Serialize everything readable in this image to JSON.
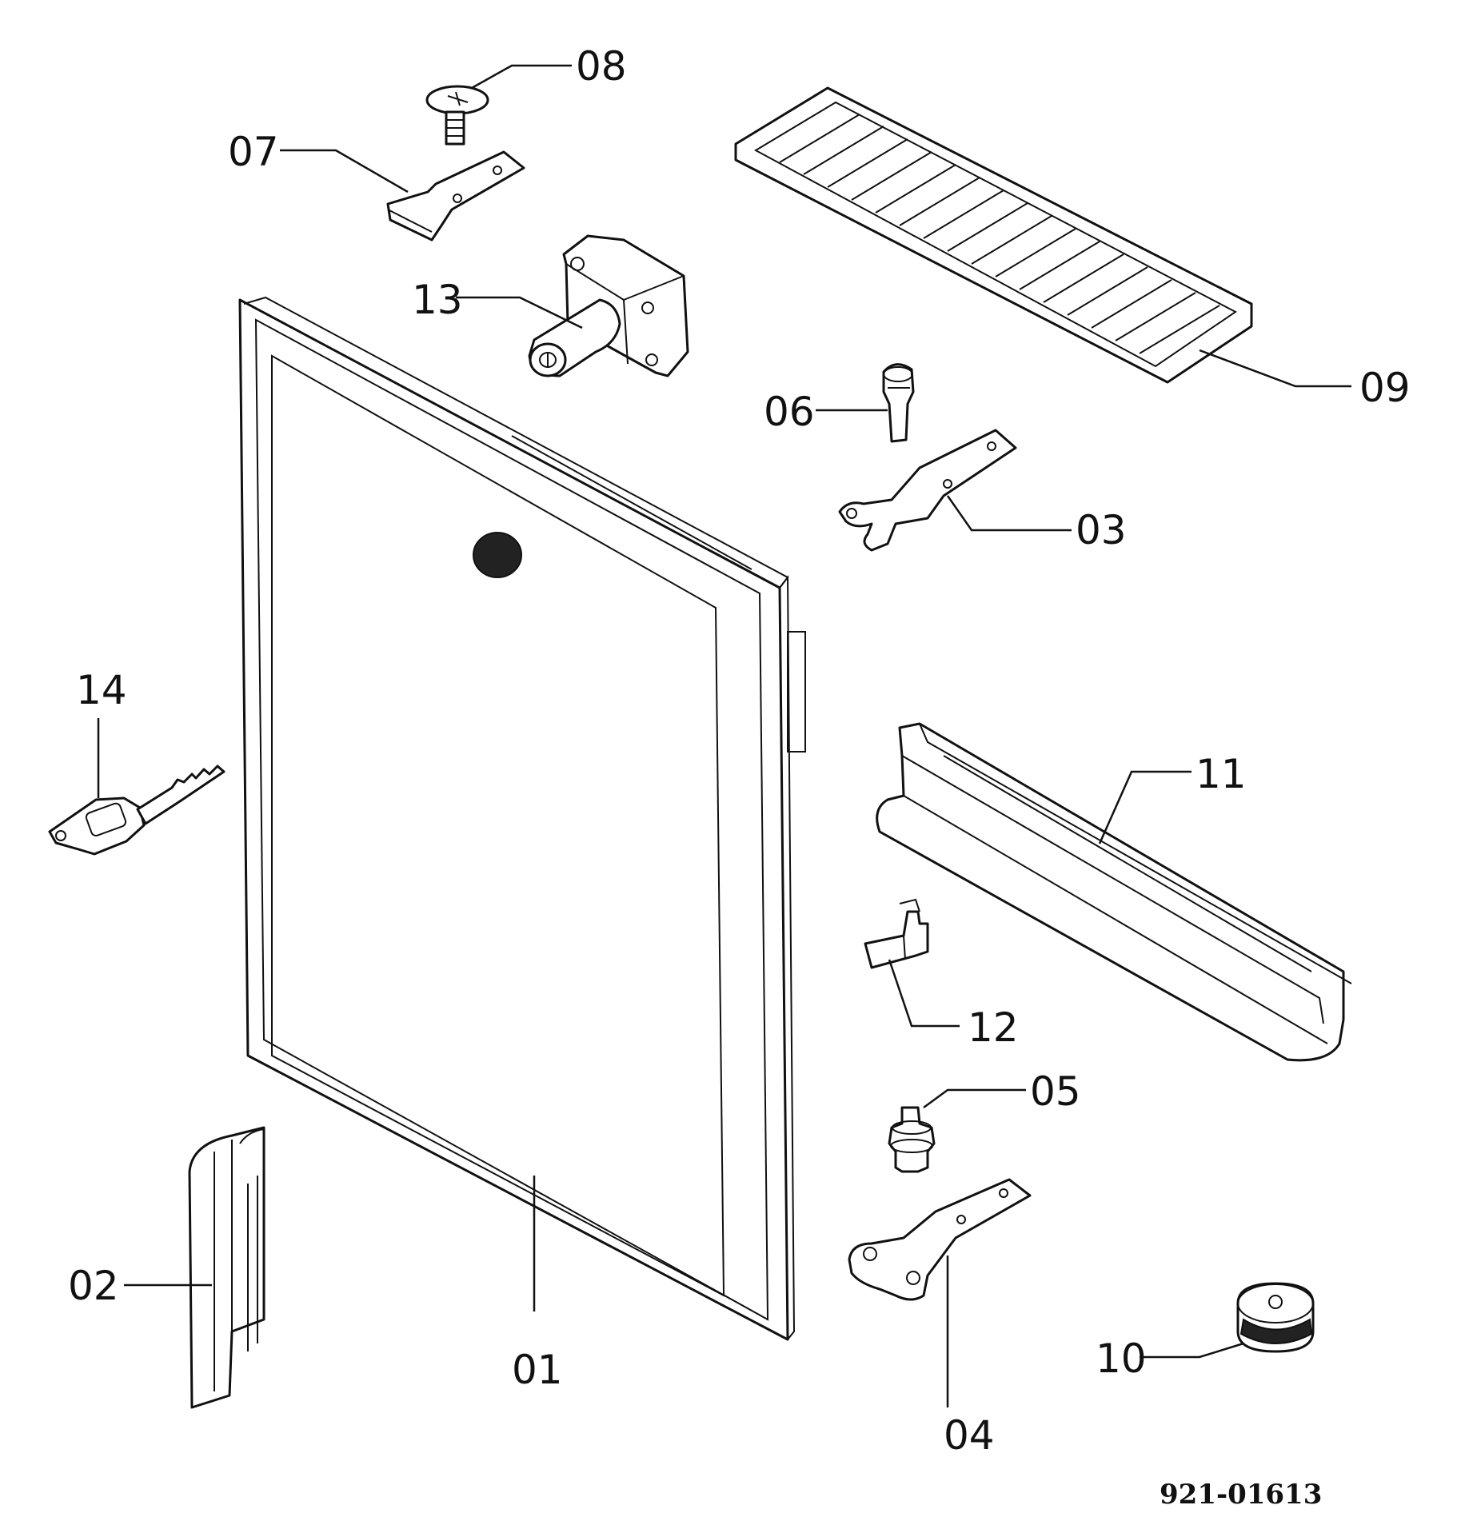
{
  "parts": [
    {
      "id": "door-panel",
      "label": "01"
    },
    {
      "id": "hinge-cover",
      "label": "02"
    },
    {
      "id": "upper-hinge-bracket",
      "label": "03"
    },
    {
      "id": "lower-hinge-bracket",
      "label": "04"
    },
    {
      "id": "lower-hinge-pin",
      "label": "05"
    },
    {
      "id": "upper-hinge-pin",
      "label": "06"
    },
    {
      "id": "latch-plate",
      "label": "07"
    },
    {
      "id": "screw",
      "label": "08"
    },
    {
      "id": "wire-shelf",
      "label": "09"
    },
    {
      "id": "foot",
      "label": "10"
    },
    {
      "id": "door-shelf-rail",
      "label": "11"
    },
    {
      "id": "clip",
      "label": "12"
    },
    {
      "id": "lock-cylinder",
      "label": "13"
    },
    {
      "id": "key",
      "label": "14"
    }
  ],
  "drawing_number": "921-01613"
}
